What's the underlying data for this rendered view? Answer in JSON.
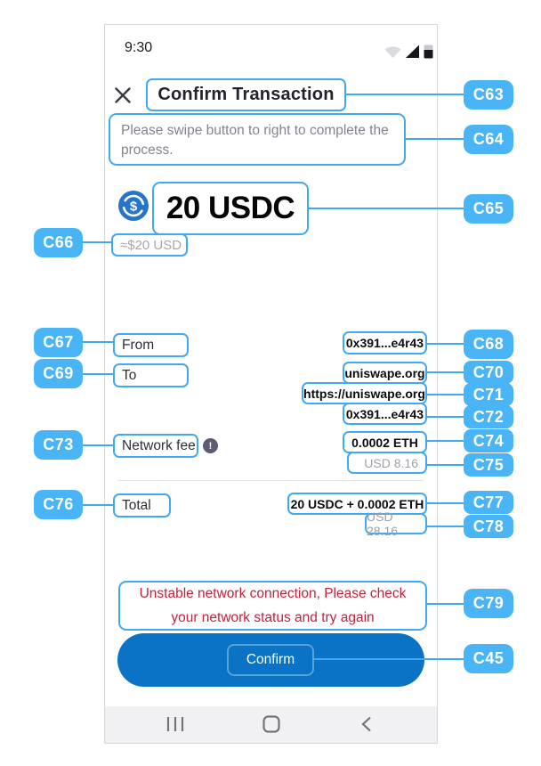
{
  "status_bar": {
    "time": "9:30"
  },
  "header": {
    "title": "Confirm Transaction"
  },
  "subtitle": "Please swipe button to right to complete the process.",
  "amount": {
    "value": "20 USDC",
    "fiat": "≈$20 USD"
  },
  "rows": {
    "from_label": "From",
    "from_value": "0x391...e4r43",
    "to_label": "To",
    "to_value_1": "uniswape.org",
    "to_value_2": "https://uniswape.org",
    "to_value_3": "0x391...e4r43",
    "fee_label": "Network fee",
    "fee_info": "!",
    "fee_value": "0.0002 ETH",
    "fee_fiat": "USD 8.16",
    "total_label": "Total",
    "total_value": "20 USDC + 0.0002 ETH",
    "total_fiat": "USD 28.16"
  },
  "warning": {
    "line1": "Unstable network connection, Please check",
    "line2": "your network status and try again"
  },
  "confirm": {
    "label": "Confirm"
  },
  "colors": {
    "annotation_blue": "#4AB5F6",
    "outline_blue": "#3FA9F5",
    "confirm_blue": "#0A73C6",
    "warning_red": "#C51F39",
    "usdc_blue": "#2775CA"
  },
  "annotations": {
    "c63": "C63",
    "c64": "C64",
    "c65": "C65",
    "c66": "C66",
    "c67": "C67",
    "c68": "C68",
    "c69": "C69",
    "c70": "C70",
    "c71": "C71",
    "c72": "C72",
    "c73": "C73",
    "c74": "C74",
    "c75": "C75",
    "c76": "C76",
    "c77": "C77",
    "c78": "C78",
    "c79": "C79",
    "c45": "C45"
  }
}
